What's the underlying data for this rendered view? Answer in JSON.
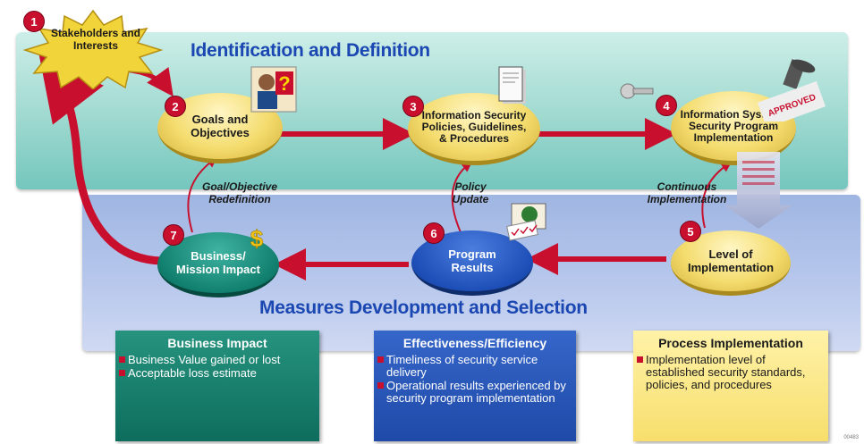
{
  "sections": {
    "top_title": "Identification and Definition",
    "bottom_title": "Measures Development and Selection"
  },
  "steps": [
    {
      "number": "1",
      "label": "Stakeholders and Interests"
    },
    {
      "number": "2",
      "label": "Goals and Objectives"
    },
    {
      "number": "3",
      "label": "Information Security Policies, Guidelines, & Procedures"
    },
    {
      "number": "4",
      "label": "Information Systems Security Program Implementation"
    },
    {
      "number": "5",
      "label": "Level of Implementation"
    },
    {
      "number": "6",
      "label": "Program Results"
    },
    {
      "number": "7",
      "label": "Business/ Mission Impact"
    }
  ],
  "feedback_labels": {
    "goal": "Goal/Objective Redefinition",
    "policy": "Policy Update",
    "continuous": "Continuous Implementation"
  },
  "boxes": {
    "business": {
      "title": "Business Impact",
      "items": [
        "Business Value gained or lost",
        "Acceptable loss estimate"
      ]
    },
    "effectiveness": {
      "title": "Effectiveness/Efficiency",
      "items": [
        "Timeliness of security service delivery",
        "Operational results experienced by security program implementation"
      ]
    },
    "process": {
      "title": "Process Implementation",
      "items": [
        "Implementation level of established security standards, policies, and procedures"
      ]
    }
  },
  "stamp_text": "APPROVED",
  "code": "00483",
  "colors": {
    "arrow_red": "#c8102e",
    "title_blue": "#1b47b2",
    "disk_yellow": "#f4dc6e",
    "disk_teal": "#12806f",
    "disk_blue": "#1e4fb8"
  },
  "icons": [
    "question-mark-icon",
    "document-icon",
    "stamp-icon",
    "binary-data-icon",
    "dollar-icon",
    "checklist-icon"
  ]
}
